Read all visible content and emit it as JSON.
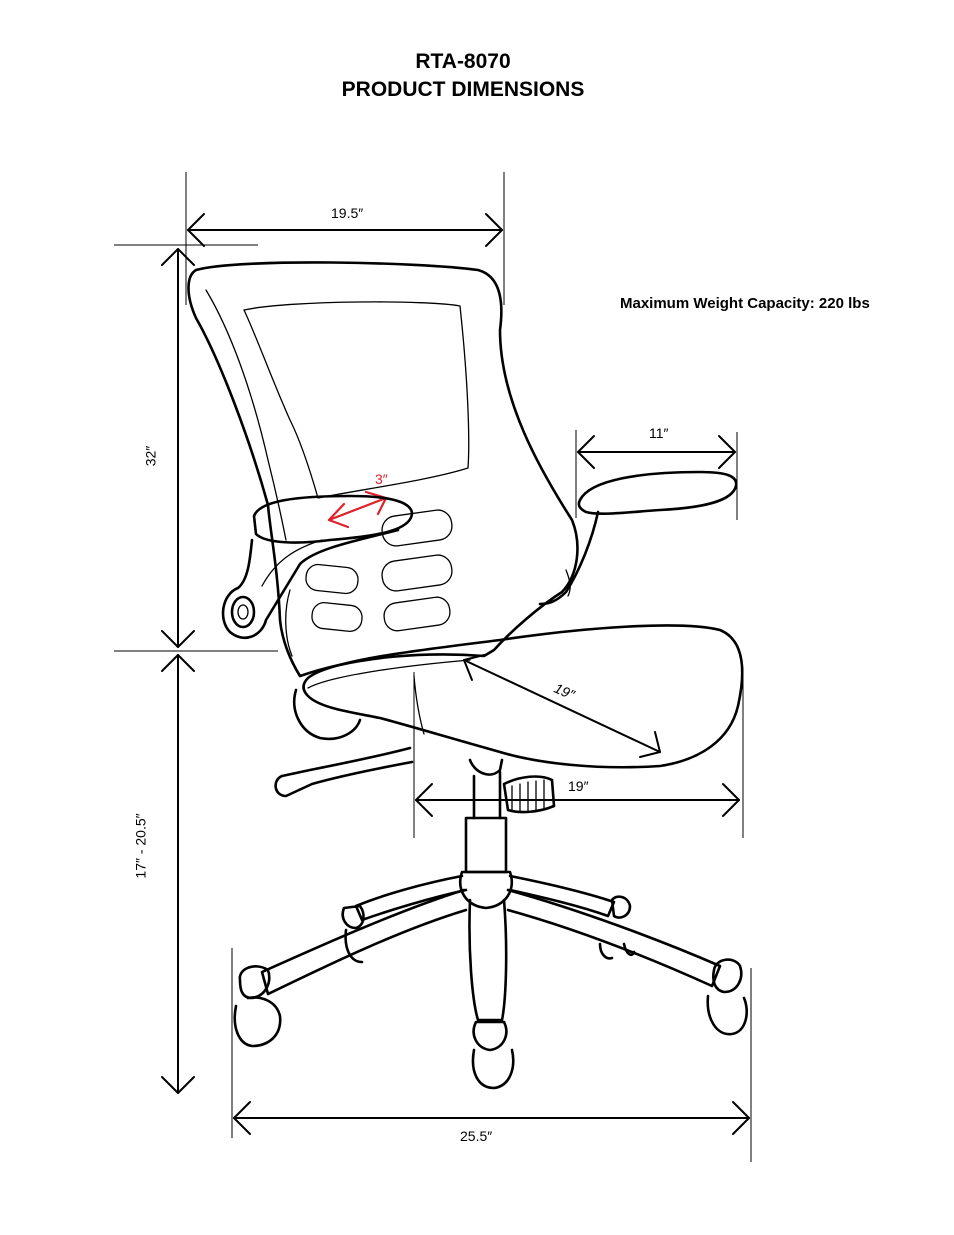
{
  "title": {
    "model": "RTA-8070",
    "subtitle": "PRODUCT DIMENSIONS"
  },
  "capacity": "Maximum Weight Capacity: 220 lbs",
  "dimensions": {
    "back_width": "19.5″",
    "back_height": "32″",
    "armrest_length": "11″",
    "armrest_width": "3″",
    "seat_depth": "19″",
    "seat_width": "19″",
    "seat_height": "17″ - 20.5″",
    "base_width": "25.5″"
  },
  "colors": {
    "line": "#000000",
    "armrest_dimension": "#e0202a"
  }
}
